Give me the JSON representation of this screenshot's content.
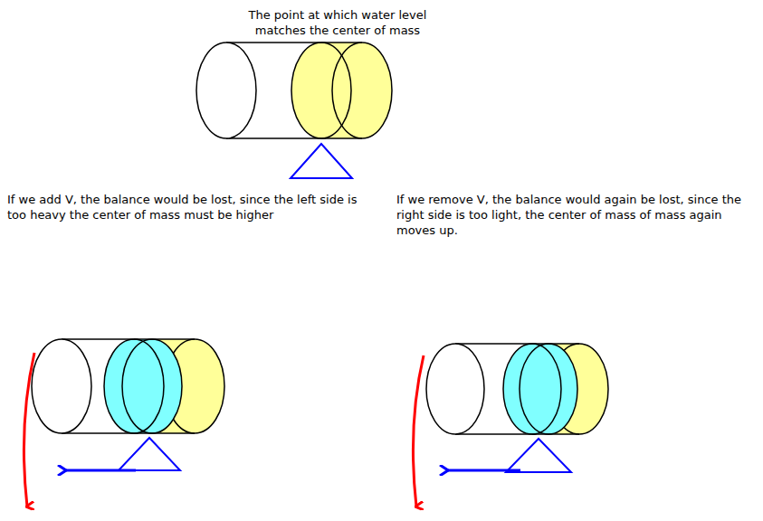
{
  "diagram": {
    "labels": [
      "The point at which water level matches the center of mass",
      "If we add  V, the balance would be lost, since the left side is too heavy the center of mass must be higher",
      "If we remove  V, the balance would again be lost, since the right side is too light, the center of mass of mass again moves up."
    ]
  }
}
